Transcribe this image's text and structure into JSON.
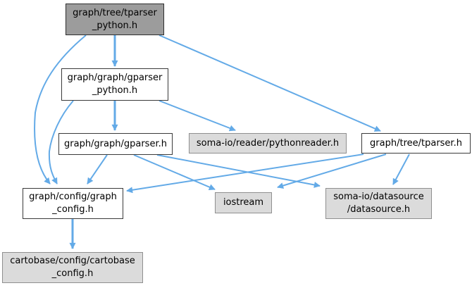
{
  "diagram": {
    "kind": "include-dependency-graph",
    "colors": {
      "edge": "#63aae7",
      "main_node_fill": "#9c9c9c",
      "documented_node_fill": "#ffffff",
      "external_node_fill": "#dbdbdb",
      "dark_border": "#3a3a3a",
      "light_border": "#8f8f8f",
      "background": "#ffffff",
      "text": "#000000"
    },
    "nodes": [
      {
        "id": "tparser_python",
        "label": "graph/tree/tparser\n_python.h",
        "type": "main"
      },
      {
        "id": "gparser_python",
        "label": "graph/graph/gparser\n_python.h",
        "type": "documented"
      },
      {
        "id": "gparser",
        "label": "graph/graph/gparser.h",
        "type": "documented"
      },
      {
        "id": "pythonreader",
        "label": "soma-io/reader/pythonreader.h",
        "type": "external"
      },
      {
        "id": "tparser",
        "label": "graph/tree/tparser.h",
        "type": "documented"
      },
      {
        "id": "graph_config",
        "label": "graph/config/graph\n_config.h",
        "type": "documented"
      },
      {
        "id": "iostream",
        "label": "iostream",
        "type": "external"
      },
      {
        "id": "datasource",
        "label": "soma-io/datasource\n/datasource.h",
        "type": "external"
      },
      {
        "id": "cartobase_config",
        "label": "cartobase/config/cartobase\n_config.h",
        "type": "external"
      }
    ],
    "edges": [
      {
        "from": "tparser_python",
        "to": "gparser_python"
      },
      {
        "from": "tparser_python",
        "to": "tparser"
      },
      {
        "from": "tparser_python",
        "to": "graph_config"
      },
      {
        "from": "gparser_python",
        "to": "gparser"
      },
      {
        "from": "gparser_python",
        "to": "pythonreader"
      },
      {
        "from": "gparser_python",
        "to": "graph_config"
      },
      {
        "from": "gparser",
        "to": "graph_config"
      },
      {
        "from": "gparser",
        "to": "iostream"
      },
      {
        "from": "gparser",
        "to": "datasource"
      },
      {
        "from": "tparser",
        "to": "graph_config"
      },
      {
        "from": "tparser",
        "to": "iostream"
      },
      {
        "from": "tparser",
        "to": "datasource"
      },
      {
        "from": "graph_config",
        "to": "cartobase_config"
      }
    ]
  }
}
